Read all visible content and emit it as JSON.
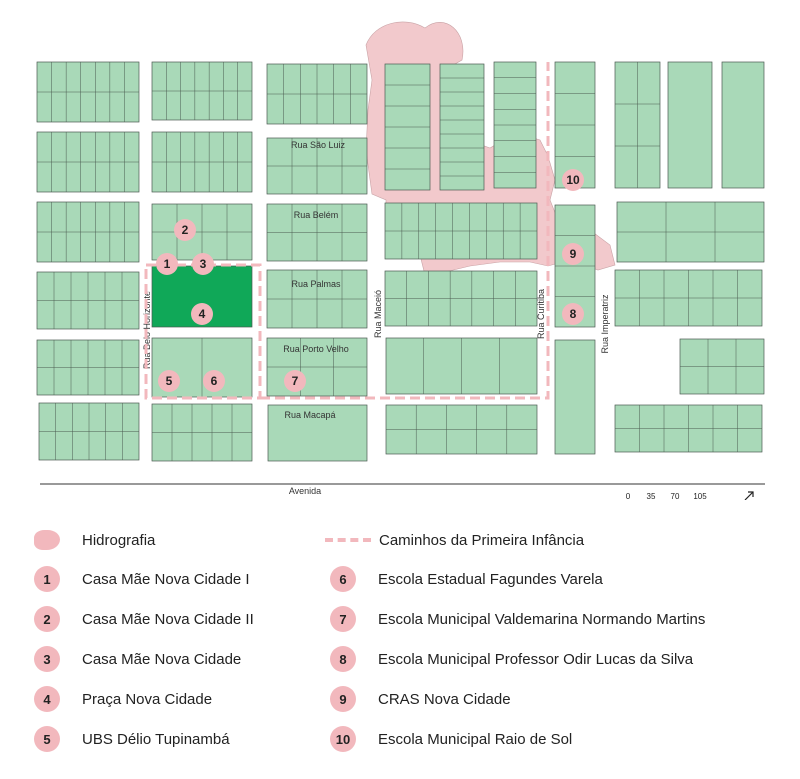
{
  "streets": {
    "rua_sao_luiz": "Rua São Luiz",
    "rua_belem": "Rua Belém",
    "rua_palmas": "Rua Palmas",
    "rua_porto_velho": "Rua Porto Velho",
    "rua_macapa": "Rua Macapá",
    "rua_belo_horizonte": "Rua Belo Horizonte",
    "rua_maceio": "Rua Maceió",
    "rua_curitiba": "Rua Curitiba",
    "rua_imperatriz": "Rua Imperatriz",
    "avenida": "Avenida"
  },
  "scale_bar": {
    "ticks": [
      "0",
      "35",
      "70",
      "105"
    ]
  },
  "north": {
    "label": "N",
    "icon": "north-arrow-icon"
  },
  "markers": [
    "1",
    "2",
    "3",
    "4",
    "5",
    "6",
    "7",
    "8",
    "9",
    "10"
  ],
  "legend": {
    "hydrography": "Hidrografia",
    "paths": "Caminhos da Primeira Infância",
    "items": [
      {
        "num": "1",
        "label": "Casa Mãe Nova Cidade I"
      },
      {
        "num": "2",
        "label": "Casa Mãe Nova Cidade II"
      },
      {
        "num": "3",
        "label": "Casa Mãe Nova Cidade"
      },
      {
        "num": "4",
        "label": "Praça Nova Cidade"
      },
      {
        "num": "5",
        "label": "UBS Délio Tupinambá"
      },
      {
        "num": "6",
        "label": "Escola Estadual Fagundes Varela"
      },
      {
        "num": "7",
        "label": "Escola Municipal Valdemarina Normando Martins"
      },
      {
        "num": "8",
        "label": "Escola Municipal Professor Odir Lucas da Silva"
      },
      {
        "num": "9",
        "label": "CRAS Nova Cidade"
      },
      {
        "num": "10",
        "label": "Escola Municipal Raio de Sol"
      }
    ]
  },
  "colors": {
    "block": "#a9d9b8",
    "block_stroke": "#4a5a50",
    "square": "#10a858",
    "hydro": "#f2c9cc",
    "path": "#f2b8bd",
    "marker": "#f2b8bd"
  }
}
